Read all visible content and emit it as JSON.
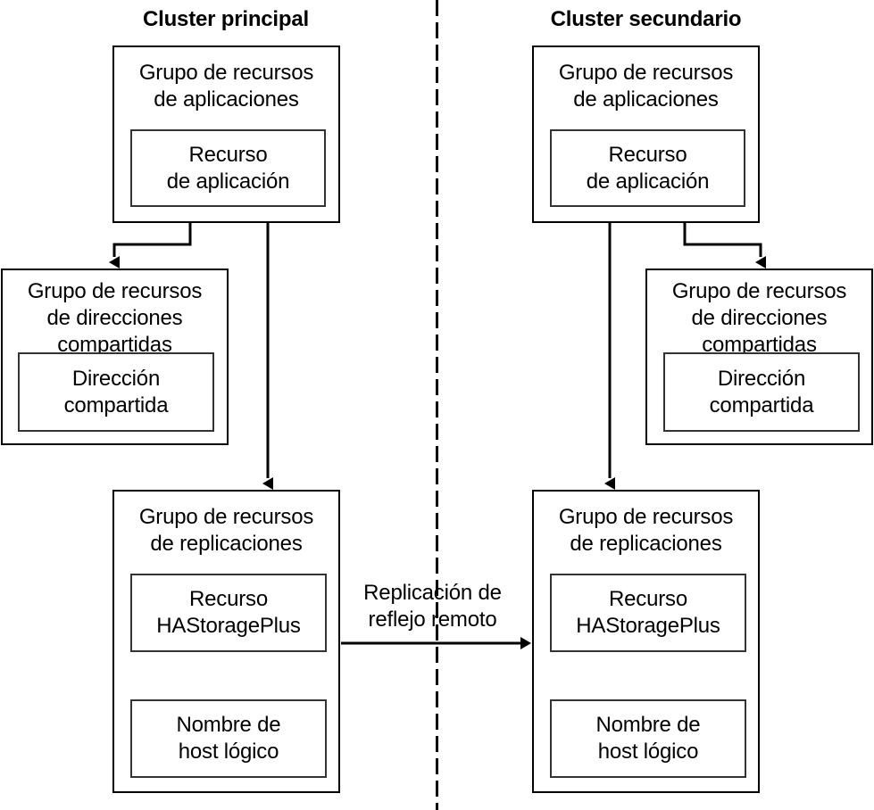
{
  "diagram": {
    "title_primary": "Cluster principal",
    "title_secondary": "Cluster secundario",
    "divider": "dashed-vertical-line",
    "replication_label": "Replicación de\nreflejo remoto"
  },
  "primary_cluster": {
    "app_group": {
      "label": "Grupo de recursos\nde aplicaciones",
      "resource": "Recurso\nde aplicación"
    },
    "address_group": {
      "label": "Grupo de recursos\nde direcciones\ncompartidas",
      "resource": "Dirección\ncompartida"
    },
    "replication_group": {
      "label": "Grupo de recursos\nde replicaciones",
      "storage_resource": "Recurso\nHAStoragePlus",
      "hostname_resource": "Nombre de\nhost lógico"
    }
  },
  "secondary_cluster": {
    "app_group": {
      "label": "Grupo de recursos\nde aplicaciones",
      "resource": "Recurso\nde aplicación"
    },
    "address_group": {
      "label": "Grupo de recursos\nde direcciones\ncompartidas",
      "resource": "Dirección\ncompartida"
    },
    "replication_group": {
      "label": "Grupo de recursos\nde replicaciones",
      "storage_resource": "Recurso\nHAStoragePlus",
      "hostname_resource": "Nombre de\nhost lógico"
    }
  },
  "colors": {
    "stroke": "#000000",
    "inner_stroke": "#333333",
    "background": "#ffffff",
    "text": "#000000"
  }
}
